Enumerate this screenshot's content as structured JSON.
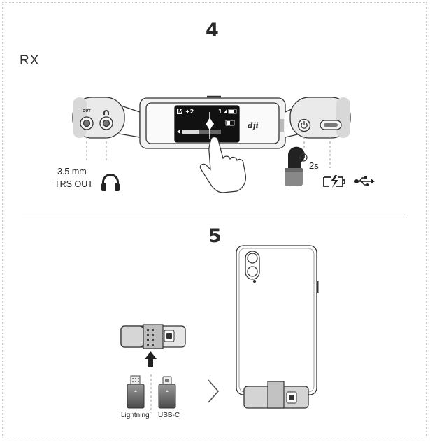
{
  "steps": {
    "step4": "4",
    "step5": "5"
  },
  "section_label": "RX",
  "port_labels": {
    "out": "OUT"
  },
  "screen": {
    "mode": "M",
    "gain": "+2",
    "channel": "1"
  },
  "logo": "dji",
  "audio_out": {
    "line1": "3.5 mm",
    "line2": "TRS OUT"
  },
  "hold_time": "2s",
  "adapters": {
    "lightning": "Lightning",
    "usbc": "USB-C"
  },
  "colors": {
    "line": "#333333",
    "device_fill": "#e9e9e9",
    "screen": "#111111",
    "dark_grey": "#555555"
  },
  "icons": [
    "headphones-icon",
    "power-icon",
    "usb-c-port-icon",
    "touch-hand-icon",
    "press-hand-icon",
    "clock-icon",
    "charging-icon",
    "usb-icon",
    "arrow-up-icon",
    "chevron-right-icon",
    "phone-icon"
  ]
}
